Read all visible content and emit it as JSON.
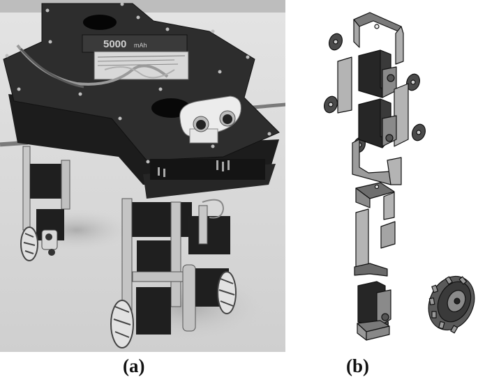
{
  "figure": {
    "panels": [
      {
        "label": "(a)",
        "kind": "photograph",
        "subject": "quadruped wheel-leg robot",
        "battery_label": "5000 mAh",
        "components": [
          "hexagonal chassis",
          "battery pack",
          "ultrasonic sensor (front)",
          "ultrasonic sensor (leg)",
          "servo legs",
          "mecanum wheels"
        ]
      },
      {
        "label": "(b)",
        "kind": "exploded CAD view",
        "subject": "single leg assembly",
        "components": [
          "U-bracket (top)",
          "servo (upper)",
          "servo (middle)",
          "side plates",
          "servo horns",
          "cross brackets",
          "long plate",
          "small plate",
          "servo (bottom)",
          "mecanum wheel"
        ]
      }
    ]
  },
  "colors": {
    "background": "#ffffff",
    "floor": "#d9d9d9",
    "chassis": "#2b2b2b",
    "servo": "#1e1e1e",
    "metal": "#b8b8b8",
    "caption": "#111111"
  }
}
